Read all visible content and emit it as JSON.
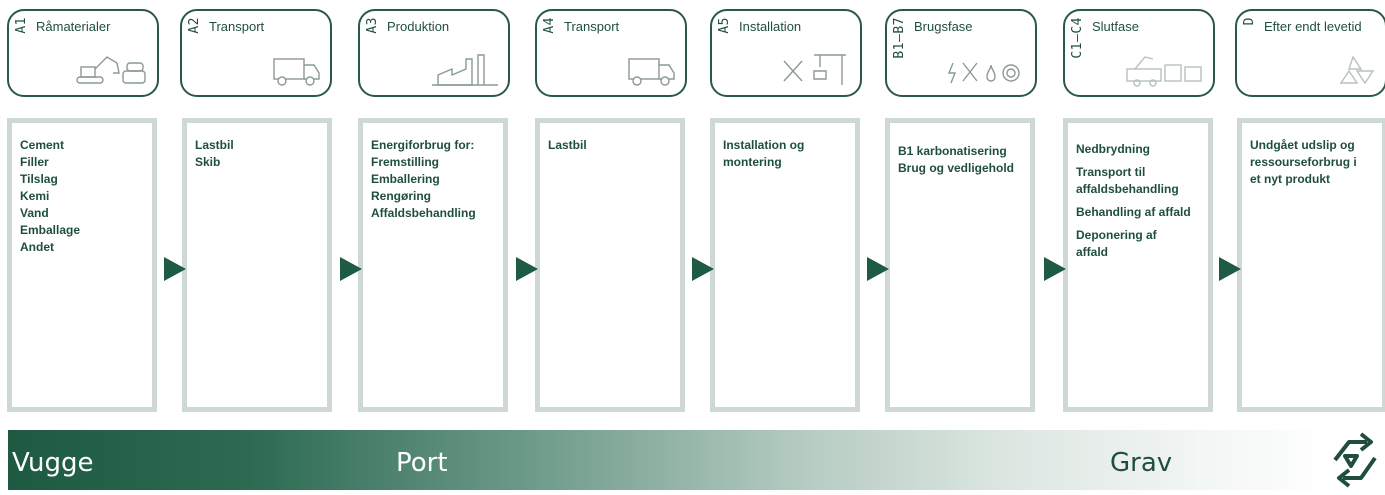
{
  "stages": [
    {
      "code": "A1",
      "name": "Råmaterialer",
      "icon": "excavator-and-materials-icon"
    },
    {
      "code": "A2",
      "name": "Transport",
      "icon": "truck-icon"
    },
    {
      "code": "A3",
      "name": "Produktion",
      "icon": "factory-icon"
    },
    {
      "code": "A4",
      "name": "Transport",
      "icon": "truck-icon"
    },
    {
      "code": "A5",
      "name": "Installation",
      "icon": "tools-and-crane-icon"
    },
    {
      "code": "B1–B7",
      "name": "Brugsfase",
      "icon": "energy-tools-water-gear-icon"
    },
    {
      "code": "C1–C4",
      "name": "Slutfase",
      "icon": "demolition-truck-container-icon"
    },
    {
      "code": "D",
      "name": "Efter endt levetid",
      "icon": "recycle-icon"
    }
  ],
  "boxes": [
    {
      "lines": [
        "Cement",
        "Filler",
        "Tilslag",
        "Kemi",
        "Vand",
        "Emballage",
        "Andet"
      ]
    },
    {
      "lines": [
        "Lastbil",
        "Skib"
      ]
    },
    {
      "lines": [
        "Energiforbrug for:",
        "Fremstilling",
        "Emballering",
        "Rengøring",
        "Affaldsbehandling"
      ]
    },
    {
      "lines": [
        "Lastbil"
      ]
    },
    {
      "lines": [
        "Installation og",
        "montering"
      ]
    },
    {
      "lines": [
        "B1 karbonatisering",
        "Brug og vedligehold"
      ]
    },
    {
      "lines": [
        "Nedbrydning",
        "Transport til",
        "affaldsbehandling",
        "Behandling af affald",
        "Deponering af",
        "affald"
      ]
    },
    {
      "lines": [
        "Undgået udslip og",
        "ressourseforbrug i",
        "et nyt produkt"
      ]
    }
  ],
  "bar": {
    "vugge": "Vugge",
    "port": "Port",
    "grav": "Grav",
    "icon": "cycle-arrows-icon"
  },
  "colors": {
    "dark_green": "#1f4f3c",
    "arrow": "#1f5a42",
    "box_border": "#cfd9d4"
  }
}
